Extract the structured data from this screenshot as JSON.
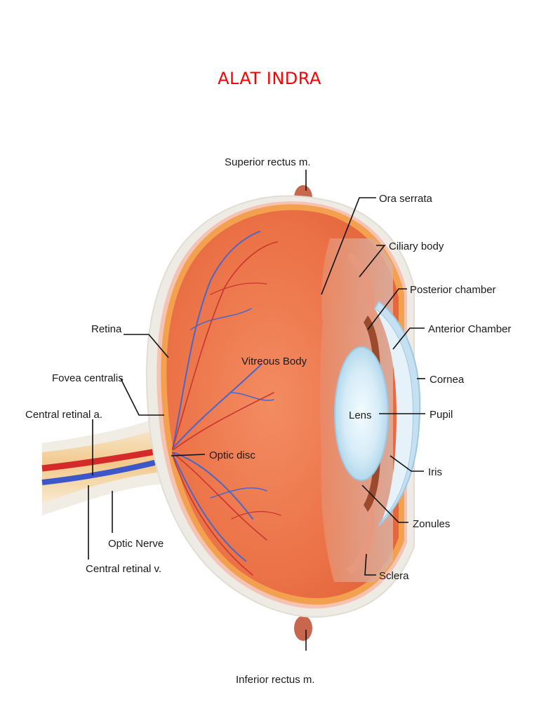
{
  "title": "ALAT INDRA",
  "labels": {
    "superior_rectus": "Superior rectus m.",
    "ora_serrata": "Ora serrata",
    "ciliary_body": "Ciliary body",
    "posterior_chamber": "Posterior chamber",
    "anterior_chamber": "Anterior Chamber",
    "cornea": "Cornea",
    "pupil": "Pupil",
    "iris": "Iris",
    "zonules": "Zonules",
    "sclera": "Sclera",
    "inferior_rectus": "Inferior rectus m.",
    "retina": "Retina",
    "fovea_centralis": "Fovea centralis",
    "central_retinal_a": "Central retinal a.",
    "optic_disc": "Optic disc",
    "optic_nerve": "Optic Nerve",
    "central_retinal_v": "Central retinal v.",
    "vitreous_body": "Vitreous Body",
    "lens": "Lens"
  }
}
